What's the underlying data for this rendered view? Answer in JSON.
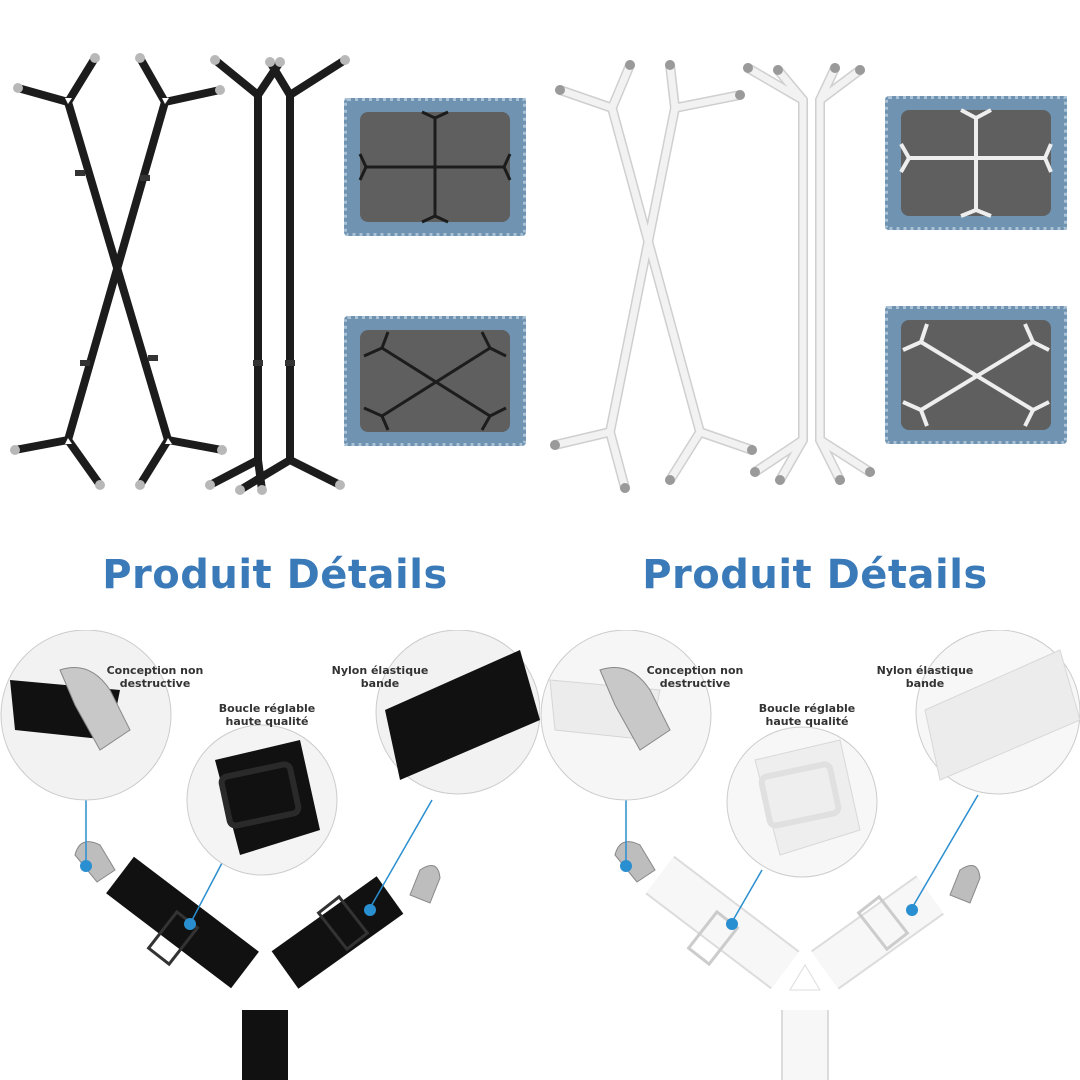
{
  "colors": {
    "title": "#3a7ab8",
    "accent_dot": "#2a8fd0",
    "black_strap": "#1c1c1c",
    "white_strap": "#f2f2f2",
    "mattress_gray": "#5f5f60",
    "mattress_border": "#6f93b0"
  },
  "sections": [
    {
      "variant": "black",
      "title": "Produit Détails",
      "callouts": [
        {
          "label_line1": "Conception non",
          "label_line2": "destructive",
          "icon": "metal-clip-icon"
        },
        {
          "label_line1": "Boucle réglable",
          "label_line2": "haute qualité",
          "icon": "buckle-icon"
        },
        {
          "label_line1": "Nylon élastique",
          "label_line2": "bande",
          "icon": "elastic-band-icon"
        }
      ]
    },
    {
      "variant": "white",
      "title": "Produit Détails",
      "callouts": [
        {
          "label_line1": "Conception non",
          "label_line2": "destructive",
          "icon": "metal-clip-icon"
        },
        {
          "label_line1": "Boucle réglable",
          "label_line2": "haute qualité",
          "icon": "buckle-icon"
        },
        {
          "label_line1": "Nylon élastique",
          "label_line2": "bande",
          "icon": "elastic-band-icon"
        }
      ]
    }
  ]
}
